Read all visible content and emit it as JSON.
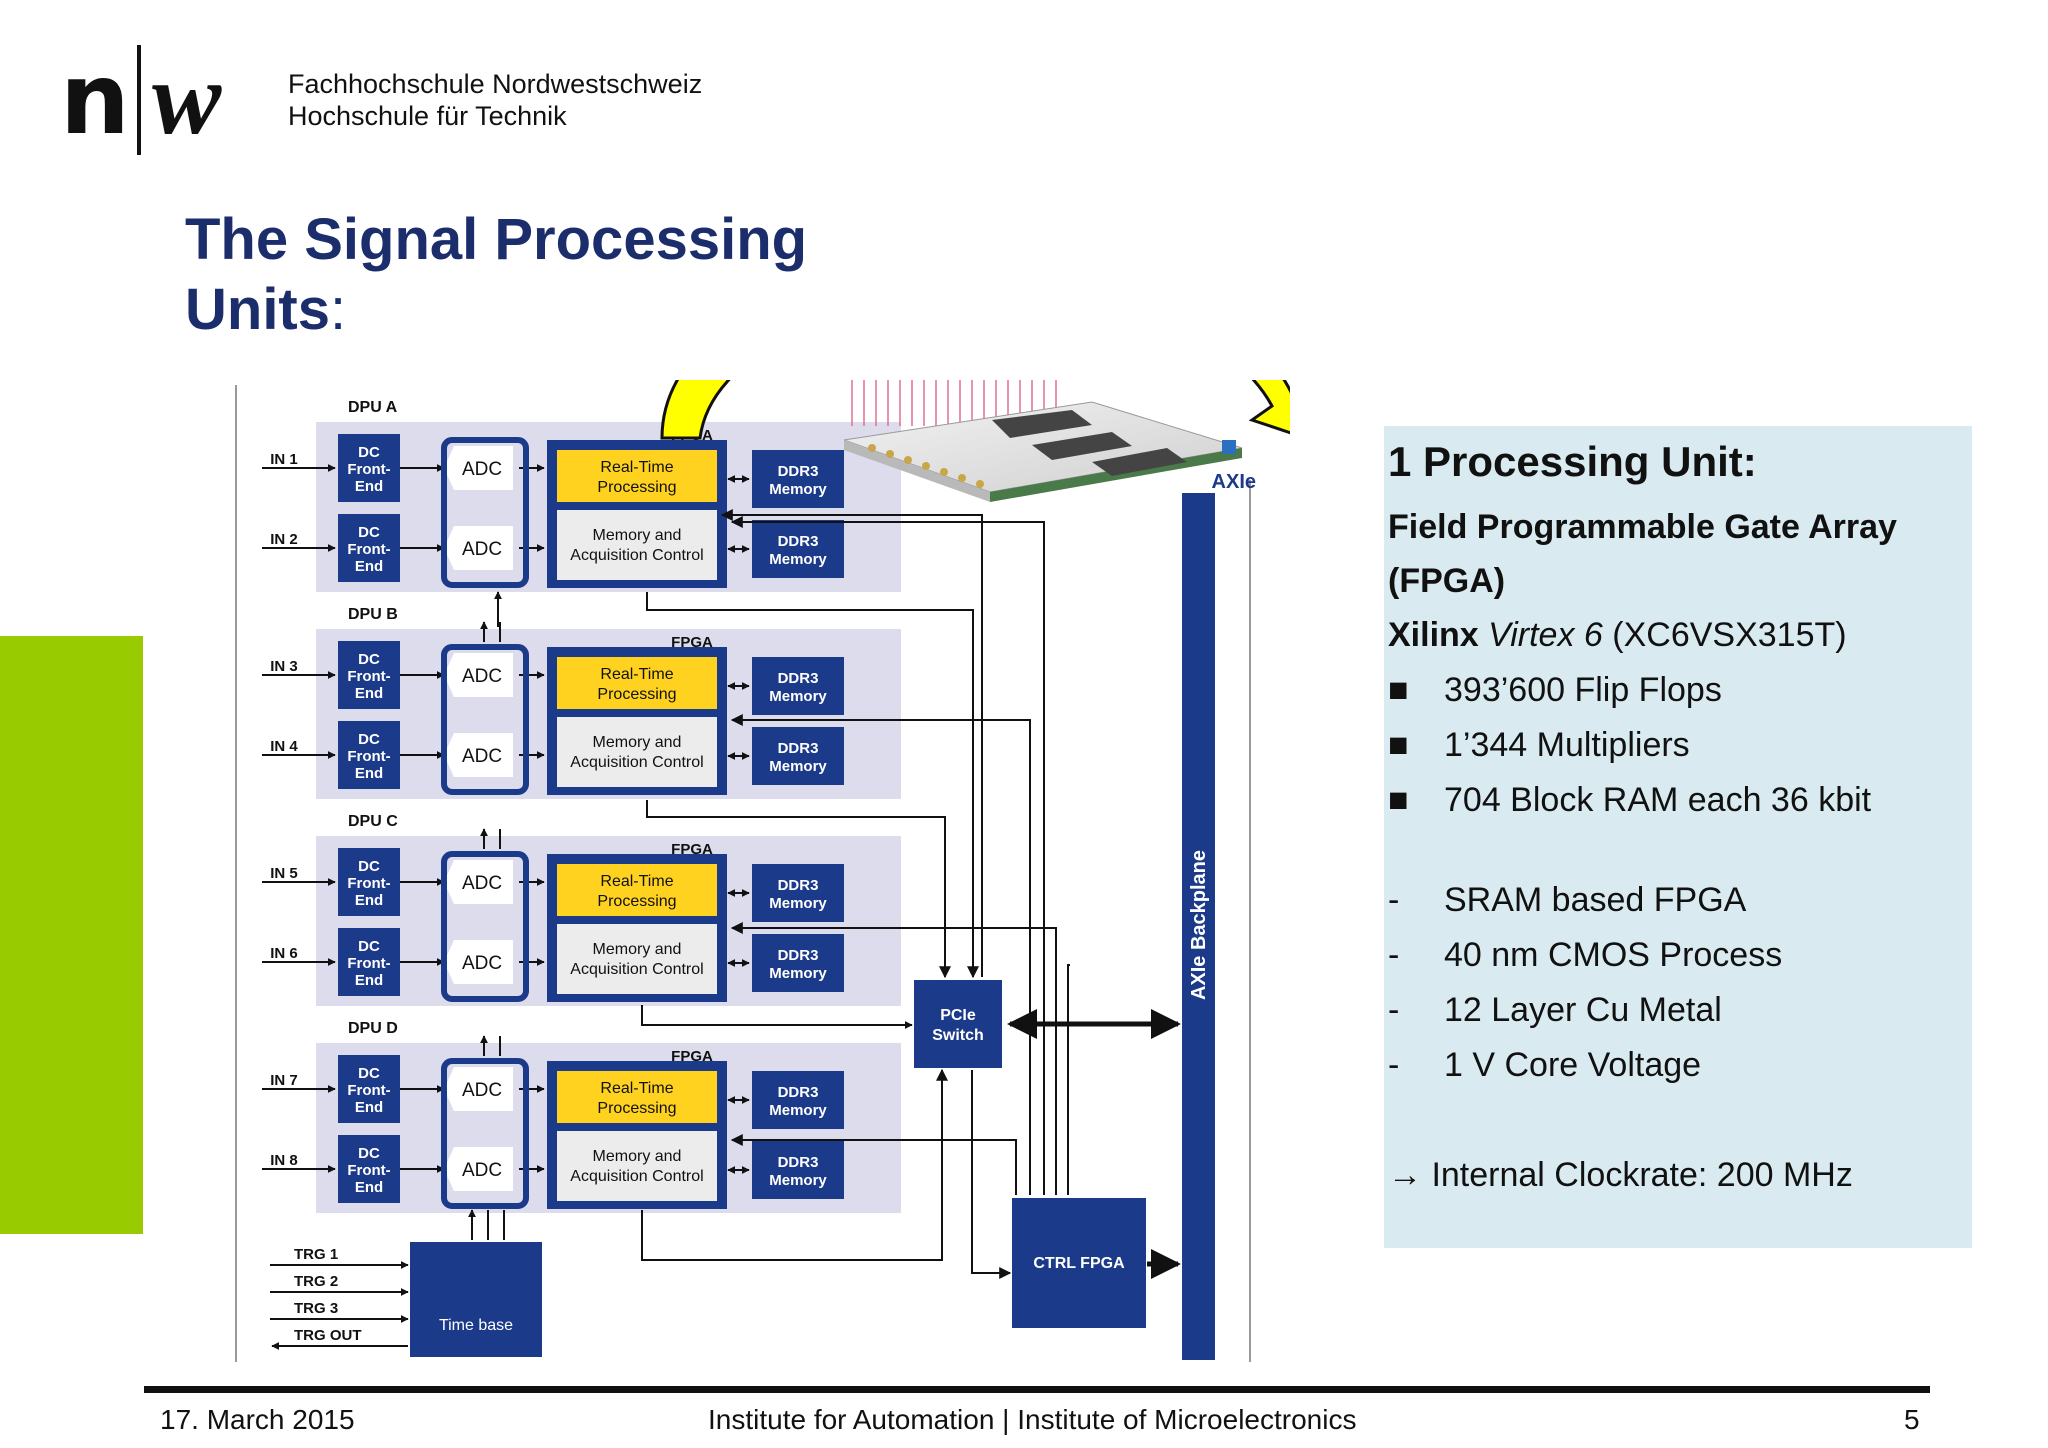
{
  "logo": {
    "mark_n": "n",
    "mark_w": "w",
    "line1": "Fachhochschule Nordwestschweiz",
    "line2": "Hochschule für Technik"
  },
  "title": {
    "line1": "The Signal Processing",
    "line2": "Units",
    "colon": ":"
  },
  "diagram": {
    "dpus": [
      {
        "name": "DPU A",
        "inputs": [
          "IN 1",
          "IN 2"
        ]
      },
      {
        "name": "DPU B",
        "inputs": [
          "IN 3",
          "IN 4"
        ]
      },
      {
        "name": "DPU C",
        "inputs": [
          "IN 5",
          "IN 6"
        ]
      },
      {
        "name": "DPU D",
        "inputs": [
          "IN 7",
          "IN 8"
        ]
      }
    ],
    "dc_front_end": [
      "DC",
      "Front-",
      "End"
    ],
    "adc": "ADC",
    "fpga": "FPGA",
    "rtp": [
      "Real-Time",
      "Processing"
    ],
    "mac": [
      "Memory and",
      "Acquisition Control"
    ],
    "ddr3": [
      "DDR3",
      "Memory"
    ],
    "triggers": [
      "TRG 1",
      "TRG 2",
      "TRG 3",
      "TRG OUT"
    ],
    "time_base": "Time base",
    "pcie": [
      "PCIe",
      "Switch"
    ],
    "ctrl_fpga": "CTRL FPGA",
    "backplane": "AXIe Backplane",
    "axie_logo": "AXIe",
    "colors": {
      "navy": "#1c3a8a",
      "yellow": "#ffd21f",
      "dpu_bg": "#dcdcec",
      "arrow": "#ffff00"
    }
  },
  "info": {
    "heading": "1 Processing Unit:",
    "line1": "Field Programmable Gate Array",
    "line2": "(FPGA)",
    "xilinx": {
      "brand": "Xilinx",
      "family": "Virtex 6",
      "part": "(XC6VSX315T)"
    },
    "bullets": [
      {
        "marker": "■",
        "text": "393’600 Flip Flops"
      },
      {
        "marker": "■",
        "text": "1’344 Multipliers"
      },
      {
        "marker": "■",
        "text": "704 Block RAM each 36 kbit"
      }
    ],
    "features": [
      {
        "marker": "-",
        "text": "SRAM based FPGA"
      },
      {
        "marker": "-",
        "text": "40 nm CMOS Process"
      },
      {
        "marker": "-",
        "text": "12 Layer Cu Metal"
      },
      {
        "marker": "-",
        "text": "1 V Core Voltage"
      }
    ],
    "clock": "→ Internal Clockrate:  200 MHz"
  },
  "footer": {
    "date": "17. March 2015",
    "institute": "Institute for Automation | Institute of Microelectronics",
    "page": "5"
  }
}
